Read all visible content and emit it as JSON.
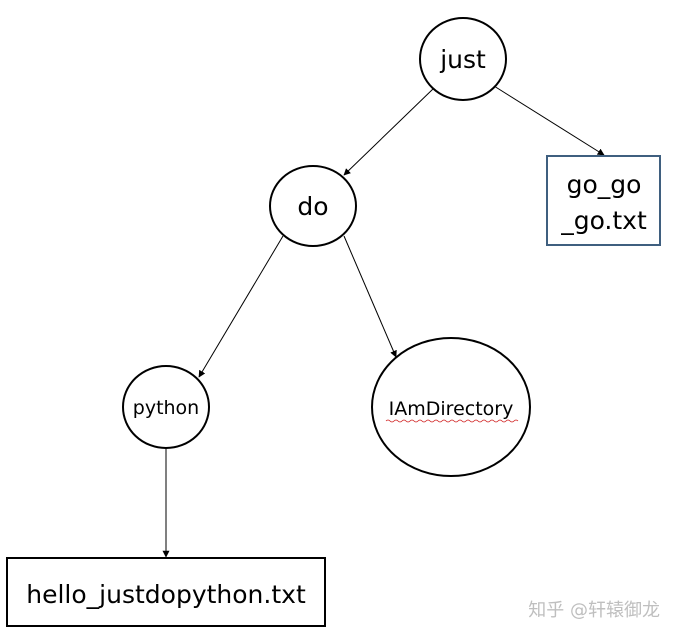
{
  "nodes": {
    "just": {
      "label": "just"
    },
    "do": {
      "label": "do"
    },
    "go_go_go": {
      "label_line1": "go_go",
      "label_line2": "_go.txt"
    },
    "python": {
      "label": "python"
    },
    "iamdirectory": {
      "label": "IAmDirectory"
    },
    "hello": {
      "label": "hello_justdopython.txt"
    }
  },
  "edges": [
    {
      "from": "just",
      "to": "do"
    },
    {
      "from": "just",
      "to": "go_go_go"
    },
    {
      "from": "do",
      "to": "python"
    },
    {
      "from": "do",
      "to": "iamdirectory"
    },
    {
      "from": "python",
      "to": "hello"
    }
  ],
  "watermark": {
    "text": "知乎 @轩辕御龙"
  }
}
